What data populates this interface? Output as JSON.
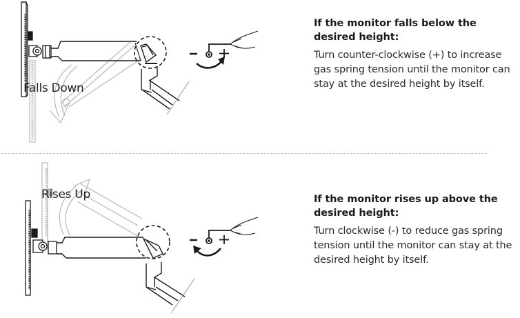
{
  "sections": [
    {
      "id": "falls-down",
      "label": "Falls Down",
      "heading": "If the monitor falls below the desired height:",
      "body": "Turn counter-clockwise (+) to increase gas spring tension until the monitor can stay at the desired height by itself.",
      "knob": {
        "minus": "−",
        "plus": "+",
        "direction": "counter-clockwise"
      }
    },
    {
      "id": "rises-up",
      "label": "Rises Up",
      "heading": "If the monitor rises up above the desired height:",
      "body": "Turn clockwise (-) to reduce gas spring tension until the monitor can stay at the desired height by itself.",
      "knob": {
        "minus": "−",
        "plus": "+",
        "direction": "clockwise"
      }
    }
  ],
  "colors": {
    "line": "#1a1a1a",
    "ghost": "#b5b5b5",
    "divider": "#bdbdbd"
  }
}
